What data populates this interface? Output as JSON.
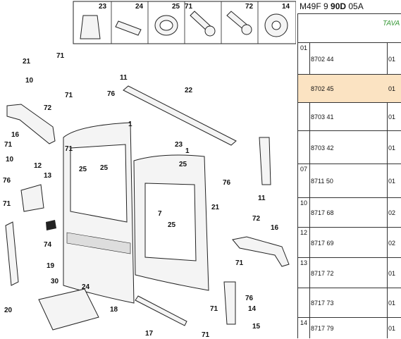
{
  "header": {
    "prefix": "M49F 9 ",
    "bold": "90D",
    "suffix": " 05A",
    "subtitle": "TAVA"
  },
  "diagram": {
    "legend_callouts": [
      "23",
      "24",
      "25",
      "71",
      "72",
      "14"
    ],
    "callouts": [
      "21",
      "71",
      "10",
      "71",
      "11",
      "76",
      "22",
      "72",
      "16",
      "1",
      "23",
      "1",
      "71",
      "10",
      "71",
      "12",
      "76",
      "13",
      "71",
      "25",
      "25",
      "25",
      "76",
      "11",
      "7",
      "25",
      "74",
      "19",
      "21",
      "72",
      "16",
      "30",
      "24",
      "20",
      "18",
      "17",
      "71",
      "71",
      "76",
      "14",
      "71",
      "15"
    ]
  },
  "table": {
    "rows": [
      {
        "section": "01",
        "code": "8702 44",
        "qty": "01",
        "highlight": false
      },
      {
        "section": "",
        "code": "8702 45",
        "qty": "01",
        "highlight": true
      },
      {
        "section": "",
        "code": "8703 41",
        "qty": "01",
        "highlight": false
      },
      {
        "section": "",
        "code": "8703 42",
        "qty": "01",
        "highlight": false
      },
      {
        "section": "07",
        "code": "8711 50",
        "qty": "01",
        "highlight": false
      },
      {
        "section": "10",
        "code": "8717 68",
        "qty": "02",
        "highlight": false
      },
      {
        "section": "12",
        "code": "8717 69",
        "qty": "02",
        "highlight": false
      },
      {
        "section": "13",
        "code": "8717 72",
        "qty": "01",
        "highlight": false
      },
      {
        "section": "",
        "code": "8717 73",
        "qty": "01",
        "highlight": false
      },
      {
        "section": "14",
        "code": "8717 79",
        "qty": "01",
        "highlight": false
      }
    ]
  }
}
